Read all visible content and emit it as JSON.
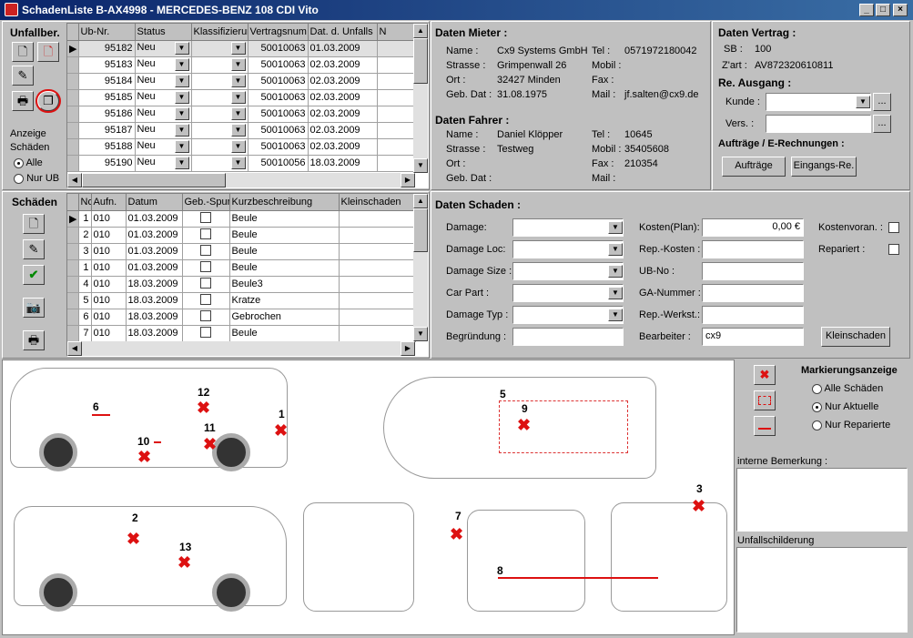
{
  "window": {
    "title": "SchadenListe B-AX4998 - MERCEDES-BENZ 108 CDI Vito",
    "min": "_",
    "max": "□",
    "close": "×"
  },
  "unfall": {
    "title": "Unfallber.",
    "anzeige_label": "Anzeige",
    "schaeden_label": "Schäden",
    "opt_alle": "Alle",
    "opt_nur_ub": "Nur UB",
    "columns": [
      "Ub-Nr.",
      "Status",
      "Klassifizierur",
      "Vertragsnum",
      "Dat. d. Unfalls",
      "N"
    ],
    "rows": [
      [
        "95182",
        "Neu",
        "",
        "50010063",
        "01.03.2009"
      ],
      [
        "95183",
        "Neu",
        "",
        "50010063",
        "02.03.2009"
      ],
      [
        "95184",
        "Neu",
        "",
        "50010063",
        "02.03.2009"
      ],
      [
        "95185",
        "Neu",
        "",
        "50010063",
        "02.03.2009"
      ],
      [
        "95186",
        "Neu",
        "",
        "50010063",
        "02.03.2009"
      ],
      [
        "95187",
        "Neu",
        "",
        "50010063",
        "02.03.2009"
      ],
      [
        "95188",
        "Neu",
        "",
        "50010063",
        "02.03.2009"
      ],
      [
        "95190",
        "Neu",
        "",
        "50010056",
        "18.03.2009"
      ]
    ]
  },
  "mieter": {
    "title": "Daten Mieter :",
    "name_l": "Name :",
    "name": "Cx9 Systems GmbH",
    "strasse_l": "Strasse :",
    "strasse": "Grimpenwall 26",
    "ort_l": "Ort :",
    "ort": "32427 Minden",
    "geb_l": "Geb. Dat :",
    "geb": "31.08.1975",
    "tel_l": "Tel :",
    "tel": "0571972180042",
    "mobil_l": "Mobil :",
    "mobil": "",
    "fax_l": "Fax :",
    "fax": "",
    "mail_l": "Mail :",
    "mail": "jf.salten@cx9.de"
  },
  "fahrer": {
    "title": "Daten Fahrer :",
    "name_l": "Name :",
    "name": "Daniel Klöpper",
    "strasse_l": "Strasse :",
    "strasse": "Testweg",
    "ort_l": "Ort :",
    "ort": "",
    "geb_l": "Geb. Dat :",
    "geb": "",
    "tel_l": "Tel :",
    "tel": "10645",
    "mobil_l": "Mobil :",
    "mobil": "35405608",
    "fax_l": "Fax :",
    "fax": "210354",
    "mail_l": "Mail :",
    "mail": ""
  },
  "vertrag": {
    "title": "Daten Vertrag :",
    "sb_l": "SB :",
    "sb": "100",
    "zart_l": "Z'art :",
    "zart": "AV872320610811"
  },
  "ausgang": {
    "title": "Re. Ausgang :",
    "kunde_l": "Kunde :",
    "vers_l": "Vers. :",
    "dots": "...",
    "auftraege_title": "Aufträge / E-Rechnungen :",
    "btn_auftraege": "Aufträge",
    "btn_eingang": "Eingangs-Re."
  },
  "schaeden": {
    "title": "Schäden",
    "columns": [
      "No",
      "Aufn.",
      "Datum",
      "Geb.-Spur",
      "Kurzbeschreibung",
      "Kleinschaden"
    ],
    "rows": [
      [
        "1",
        "010",
        "01.03.2009",
        "Beule"
      ],
      [
        "2",
        "010",
        "01.03.2009",
        "Beule"
      ],
      [
        "3",
        "010",
        "01.03.2009",
        "Beule"
      ],
      [
        "1",
        "010",
        "01.03.2009",
        "Beule"
      ],
      [
        "4",
        "010",
        "18.03.2009",
        "Beule3"
      ],
      [
        "5",
        "010",
        "18.03.2009",
        "Kratze"
      ],
      [
        "6",
        "010",
        "18.03.2009",
        "Gebrochen"
      ],
      [
        "7",
        "010",
        "18.03.2009",
        "Beule"
      ]
    ]
  },
  "daten_schaden": {
    "title": "Daten Schaden :",
    "damage": "Damage:",
    "damage_loc": "Damage Loc:",
    "damage_size": "Damage Size :",
    "car_part": "Car Part :",
    "damage_typ": "Damage Typ :",
    "begruendung": "Begründung :",
    "kosten_plan": "Kosten(Plan):",
    "kosten_plan_val": "0,00 €",
    "rep_kosten": "Rep.-Kosten :",
    "ub_no": "UB-No :",
    "ga_nummer": "GA-Nummer :",
    "rep_werkst": "Rep.-Werkst.:",
    "bearbeiter": "Bearbeiter :",
    "bearbeiter_val": "cx9",
    "kostenvoran": "Kostenvoran. :",
    "repariert": "Repariert :",
    "btn_kleinschaden": "Kleinschaden"
  },
  "markierung": {
    "title": "Markierungsanzeige",
    "opt_alle": "Alle Schäden",
    "opt_aktuelle": "Nur Aktuelle",
    "opt_repariert": "Nur Reparierte",
    "interne": "interne Bemerkung :",
    "unfall": "Unfallschilderung"
  },
  "marks": {
    "m1": "1",
    "m2": "2",
    "m3": "3",
    "m5": "5",
    "m6": "6",
    "m7": "7",
    "m8": "8",
    "m9": "9",
    "m10": "10",
    "m11": "11",
    "m12": "12",
    "m13": "13"
  }
}
